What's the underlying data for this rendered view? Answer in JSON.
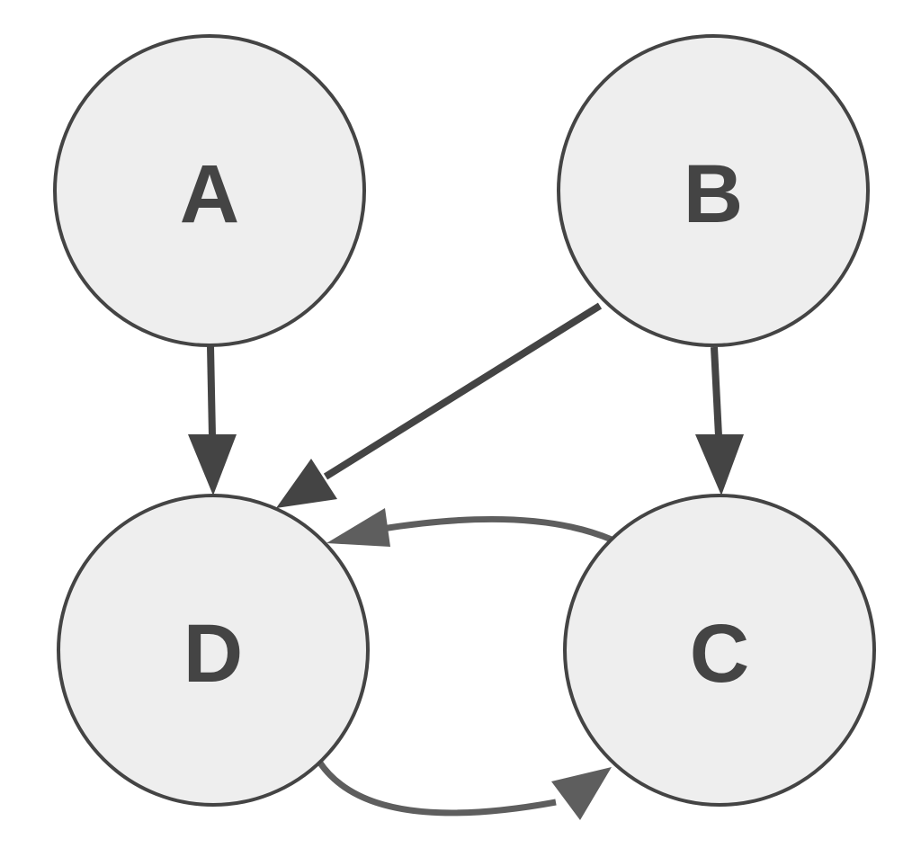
{
  "nodes": [
    {
      "id": "A",
      "label": "A"
    },
    {
      "id": "B",
      "label": "B"
    },
    {
      "id": "C",
      "label": "C"
    },
    {
      "id": "D",
      "label": "D"
    }
  ],
  "edges": [
    {
      "from": "A",
      "to": "D"
    },
    {
      "from": "B",
      "to": "D"
    },
    {
      "from": "B",
      "to": "C"
    },
    {
      "from": "C",
      "to": "D"
    },
    {
      "from": "D",
      "to": "C"
    }
  ]
}
